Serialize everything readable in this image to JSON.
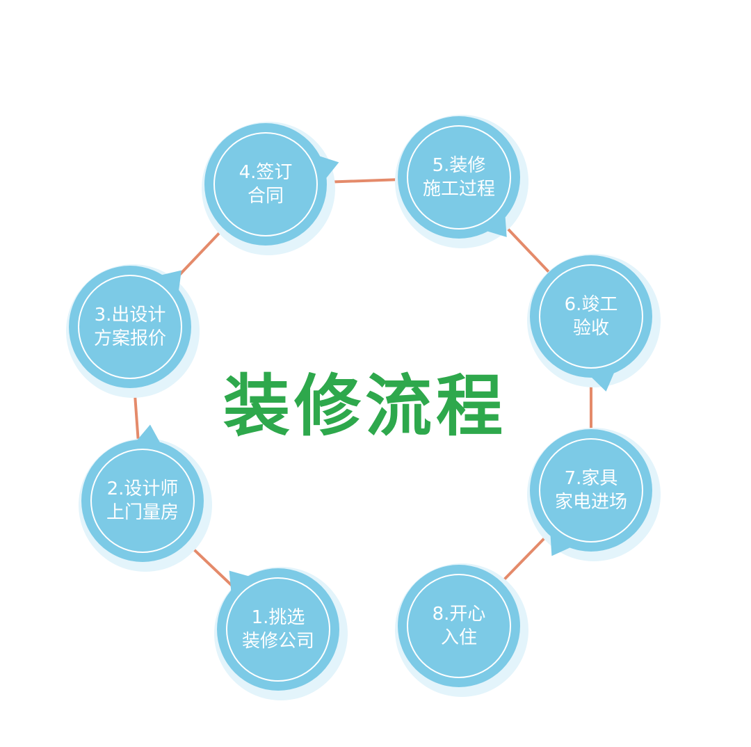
{
  "title": "装修流程",
  "colors": {
    "node_fill": "#7ccae6",
    "node_shadow": "#e3f4fb",
    "node_text": "#ffffff",
    "connector": "#e48a6a",
    "title": "#2ea84c"
  },
  "steps": [
    {
      "line1": "1.挑选",
      "line2": "装修公司"
    },
    {
      "line1": "2.设计师",
      "line2": "上门量房"
    },
    {
      "line1": "3.出设计",
      "line2": "方案报价"
    },
    {
      "line1": "4.签订",
      "line2": "合同"
    },
    {
      "line1": "5.装修",
      "line2": "施工过程"
    },
    {
      "line1": "6.竣工",
      "line2": "验收"
    },
    {
      "line1": "7.家具",
      "line2": "家电进场"
    },
    {
      "line1": "8.开心",
      "line2": "入住"
    }
  ]
}
